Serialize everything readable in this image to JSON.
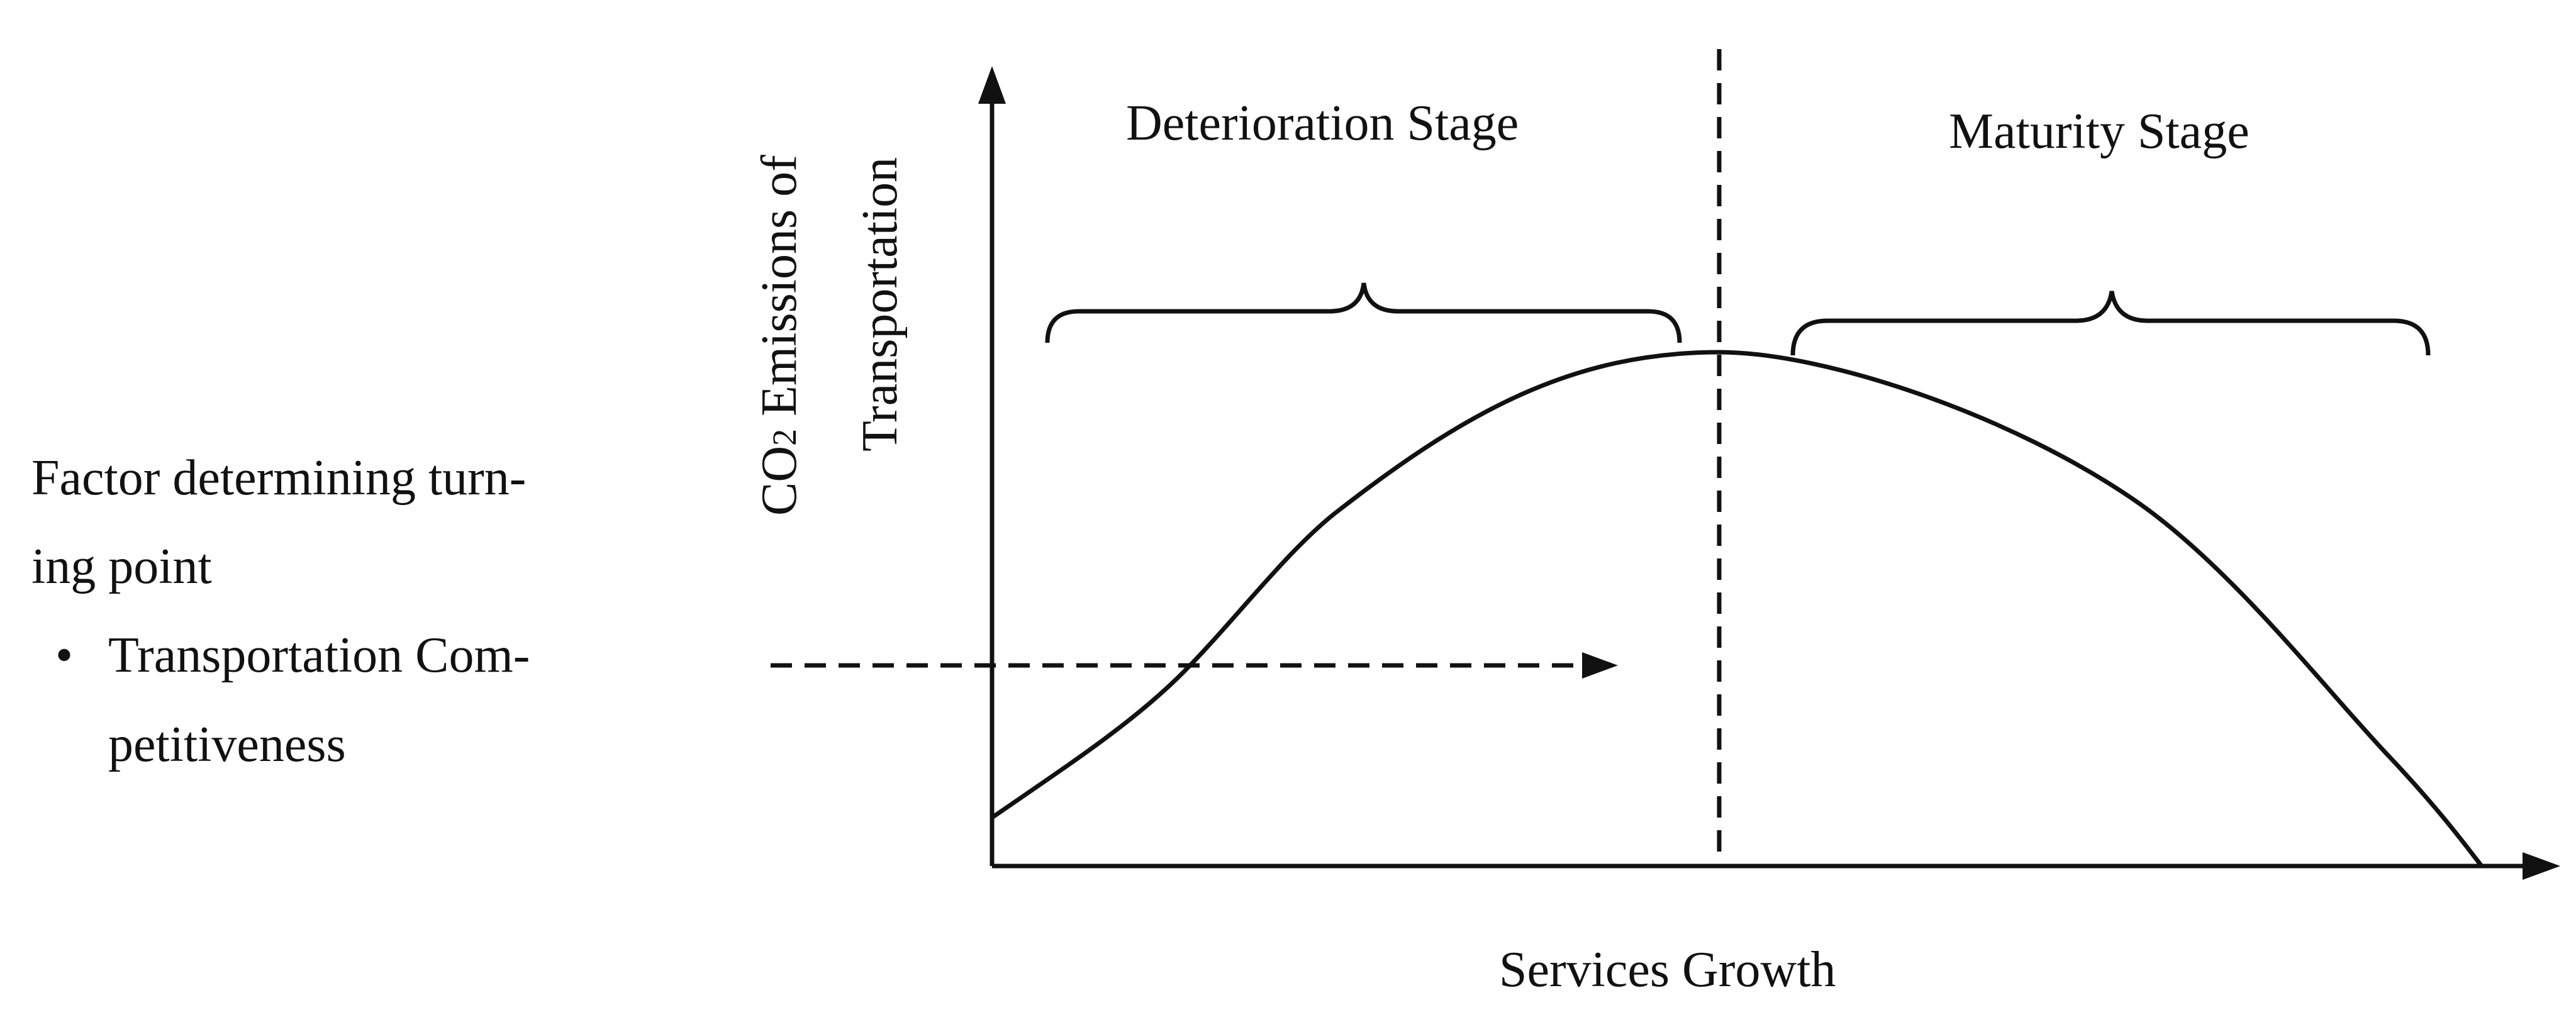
{
  "factor": {
    "line1": "Factor  determining turn-",
    "line2": "ing point",
    "bullet": "•",
    "item_line1": "Transportation Com-",
    "item_line2": "petitiveness"
  },
  "y_axis": {
    "line1_prefix": "CO",
    "line1_subscript": "2",
    "line1_suffix": " Emissions of",
    "line2": "Transportation"
  },
  "x_axis": {
    "label": "Services Growth"
  },
  "stages": {
    "deterioration": "Deterioration Stage",
    "maturity": "Maturity Stage"
  },
  "colors": {
    "ink": "#111111",
    "background": "#ffffff"
  }
}
